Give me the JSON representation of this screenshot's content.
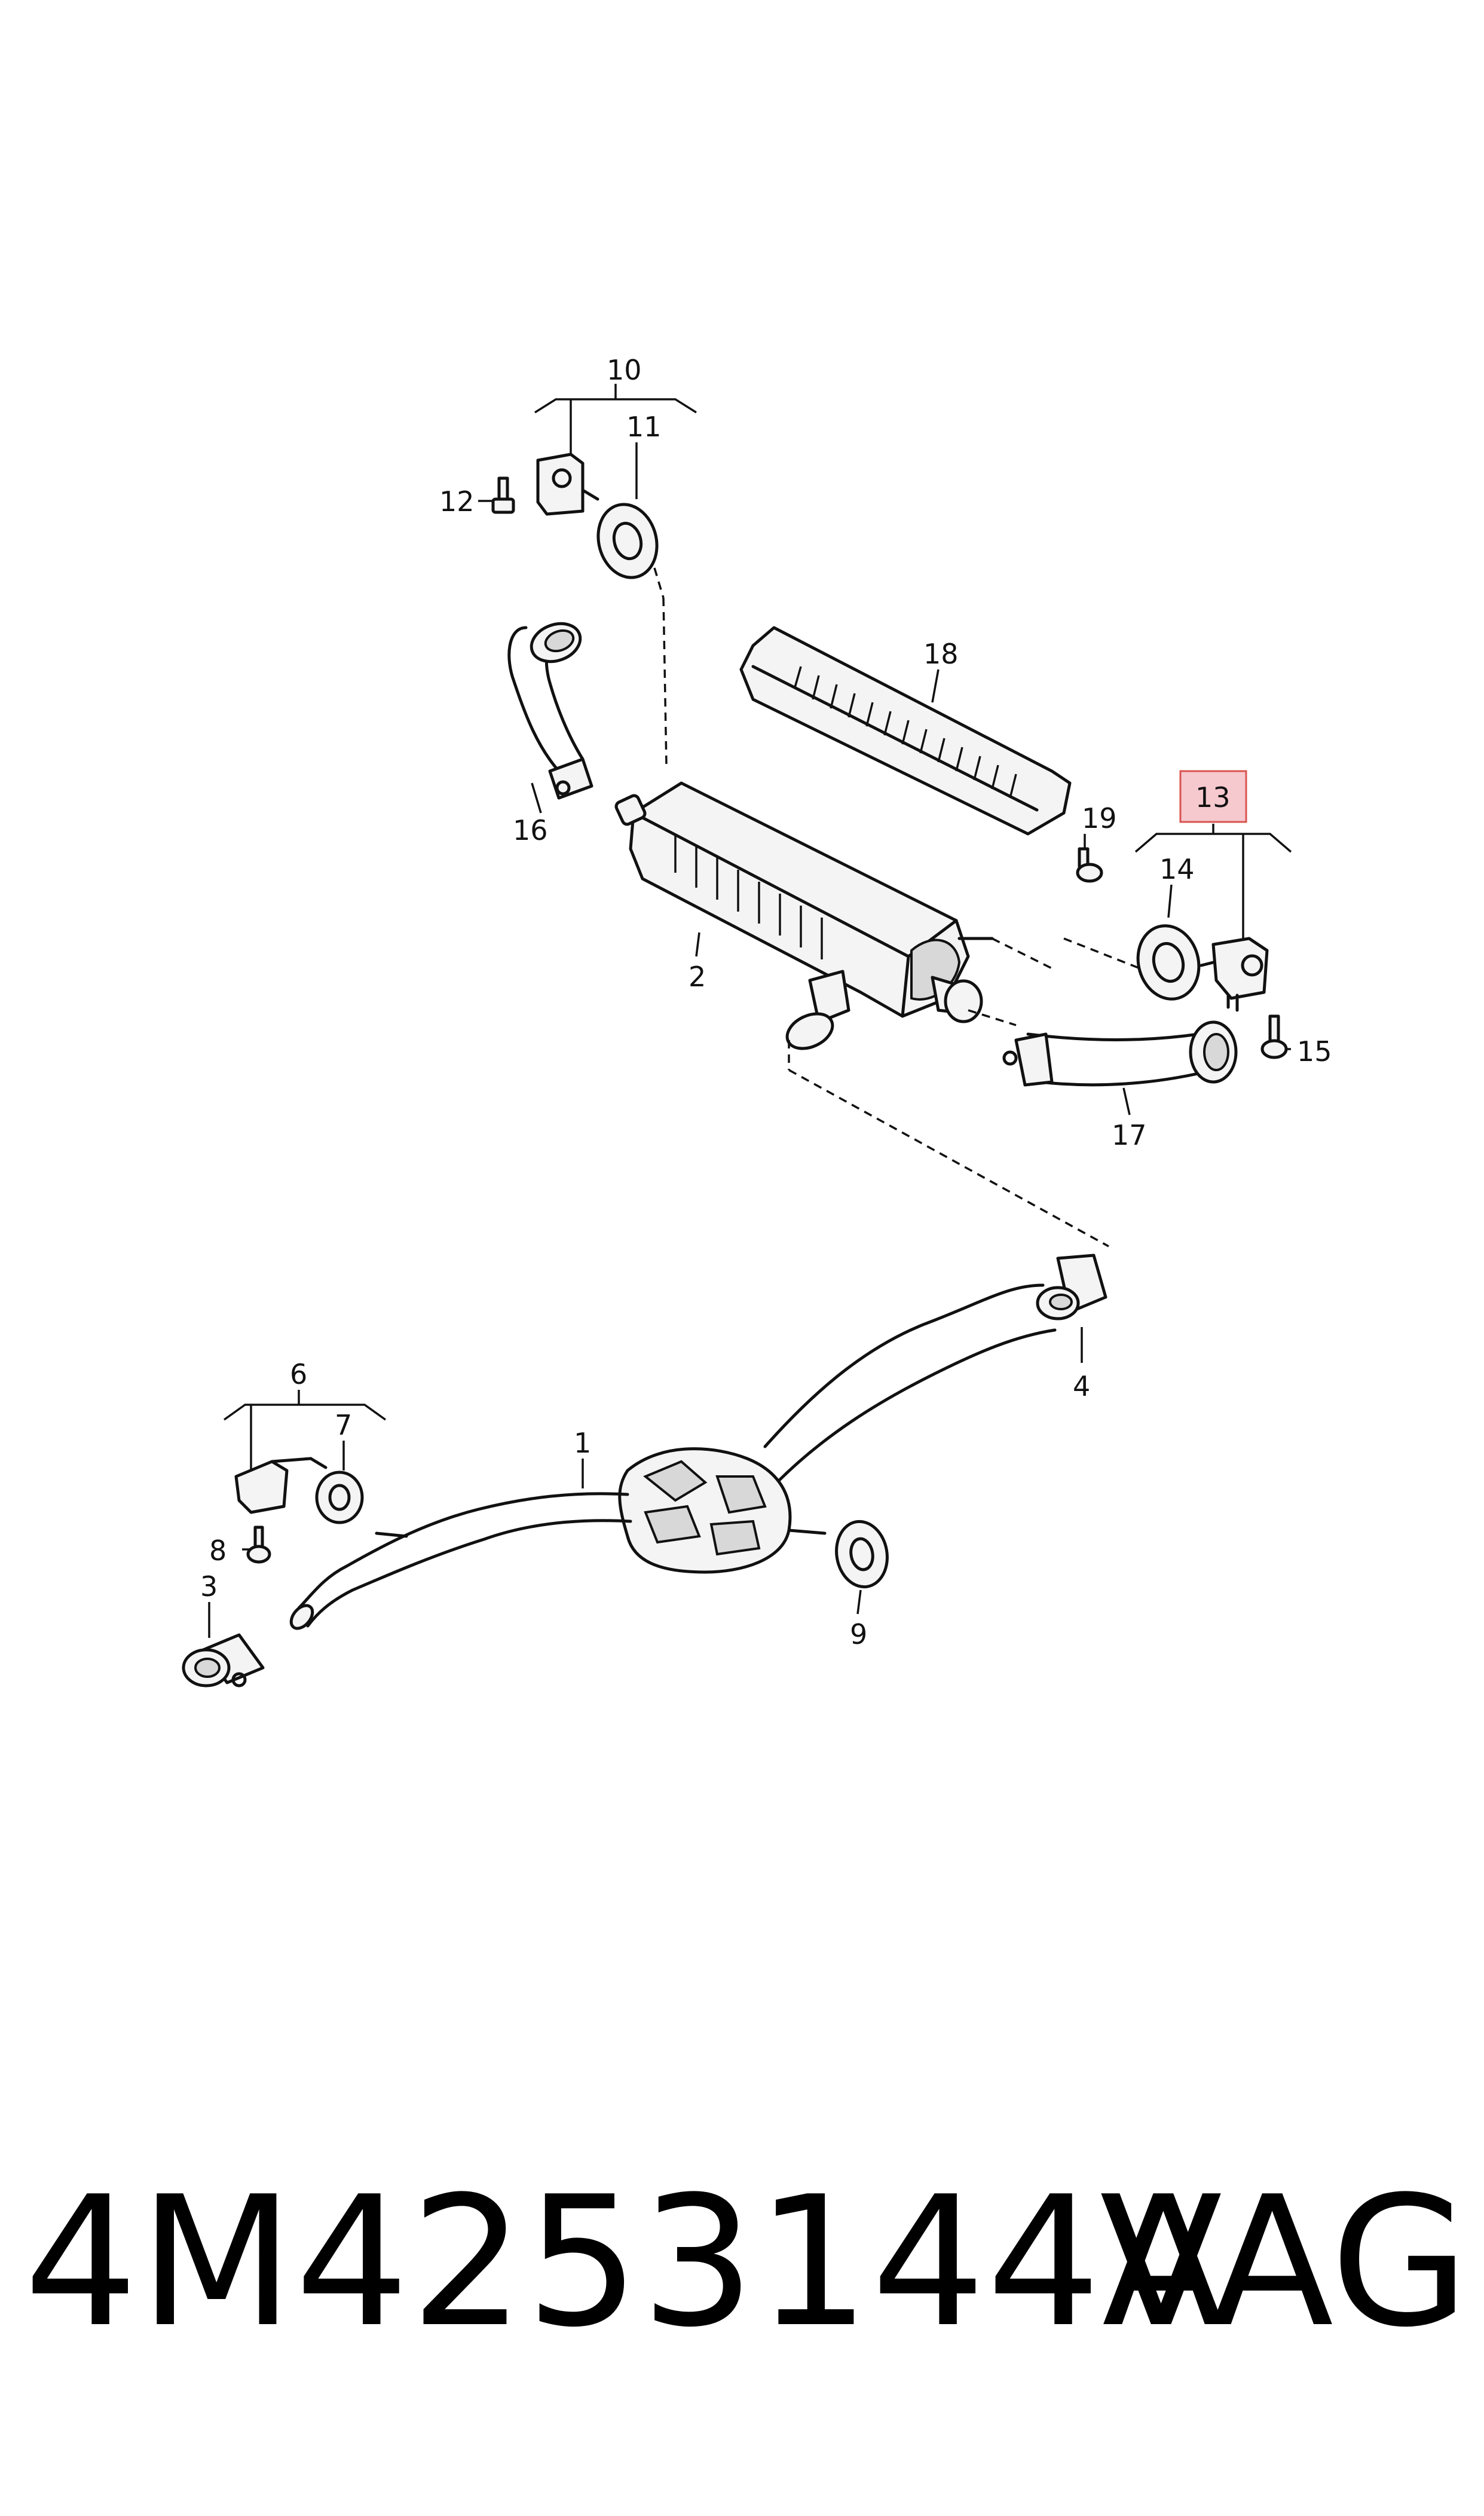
{
  "callouts": {
    "c1": "1",
    "c2": "2",
    "c3": "3",
    "c4": "4",
    "c6": "6",
    "c7": "7",
    "c8": "8",
    "c9": "9",
    "c10": "10",
    "c11": "11",
    "c12": "12",
    "c13": "13",
    "c14": "14",
    "c15": "15",
    "c16": "16",
    "c17": "17",
    "c18": "18",
    "c19": "19"
  },
  "highlighted_callout": "13",
  "highlight_color": "#f6c9cf",
  "footer": {
    "part_number": "4M4253144A",
    "brand": "VAG"
  }
}
